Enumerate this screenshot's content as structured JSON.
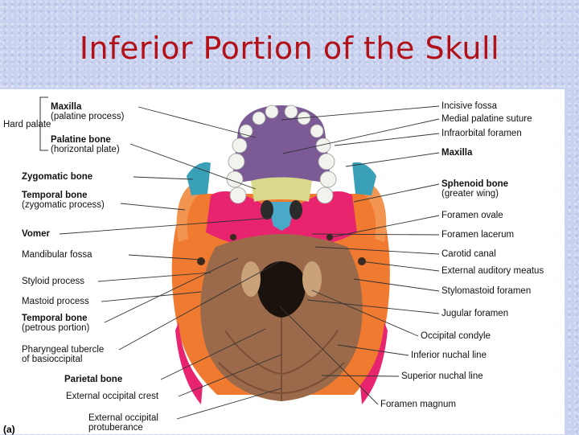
{
  "slide": {
    "title": "Inferior Portion of the Skull"
  },
  "figure": {
    "letter": "(a)",
    "hard_palate": "Hard palate",
    "left_labels": {
      "maxilla": "Maxilla",
      "maxilla_sub": "(palatine process)",
      "palatine": "Palatine bone",
      "palatine_sub": "(horizontal plate)",
      "zygomatic": "Zygomatic bone",
      "temporal_zyg": "Temporal bone",
      "temporal_zyg_sub": "(zygomatic process)",
      "vomer": "Vomer",
      "mandibular": "Mandibular fossa",
      "styloid": "Styloid process",
      "mastoid": "Mastoid process",
      "temporal_pet": "Temporal bone",
      "temporal_pet_sub": "(petrous portion)",
      "pharyngeal": "Pharyngeal tubercle",
      "pharyngeal_sub": "of basioccipital",
      "parietal": "Parietal bone",
      "ext_occ_crest": "External occipital crest",
      "ext_occ_prot": "External occipital",
      "ext_occ_prot_sub": "protuberance"
    },
    "right_labels": {
      "incisive": "Incisive fossa",
      "medial_suture": "Medial palatine suture",
      "infraorbital": "Infraorbital foramen",
      "maxilla": "Maxilla",
      "sphenoid": "Sphenoid bone",
      "sphenoid_sub": "(greater wing)",
      "foramen_ovale": "Foramen ovale",
      "foramen_lacerum": "Foramen lacerum",
      "carotid": "Carotid canal",
      "ext_auditory": "External auditory meatus",
      "stylomastoid": "Stylomastoid foramen",
      "jugular": "Jugular foramen",
      "occ_condyle": "Occipital condyle",
      "inf_nuchal": "Inferior nuchal line",
      "sup_nuchal": "Superior nuchal line",
      "foramen_magnum": "Foramen magnum"
    },
    "colors": {
      "title": "#b3111a",
      "maxilla": "#7b5a96",
      "palatine": "#d8d98a",
      "sphenoid": "#e8246e",
      "zygomatic": "#3aa0b8",
      "temporal": "#f07a30",
      "occipital": "#9b6a4a",
      "parietal": "#e8246e",
      "vomer": "#4aa8c8"
    }
  }
}
